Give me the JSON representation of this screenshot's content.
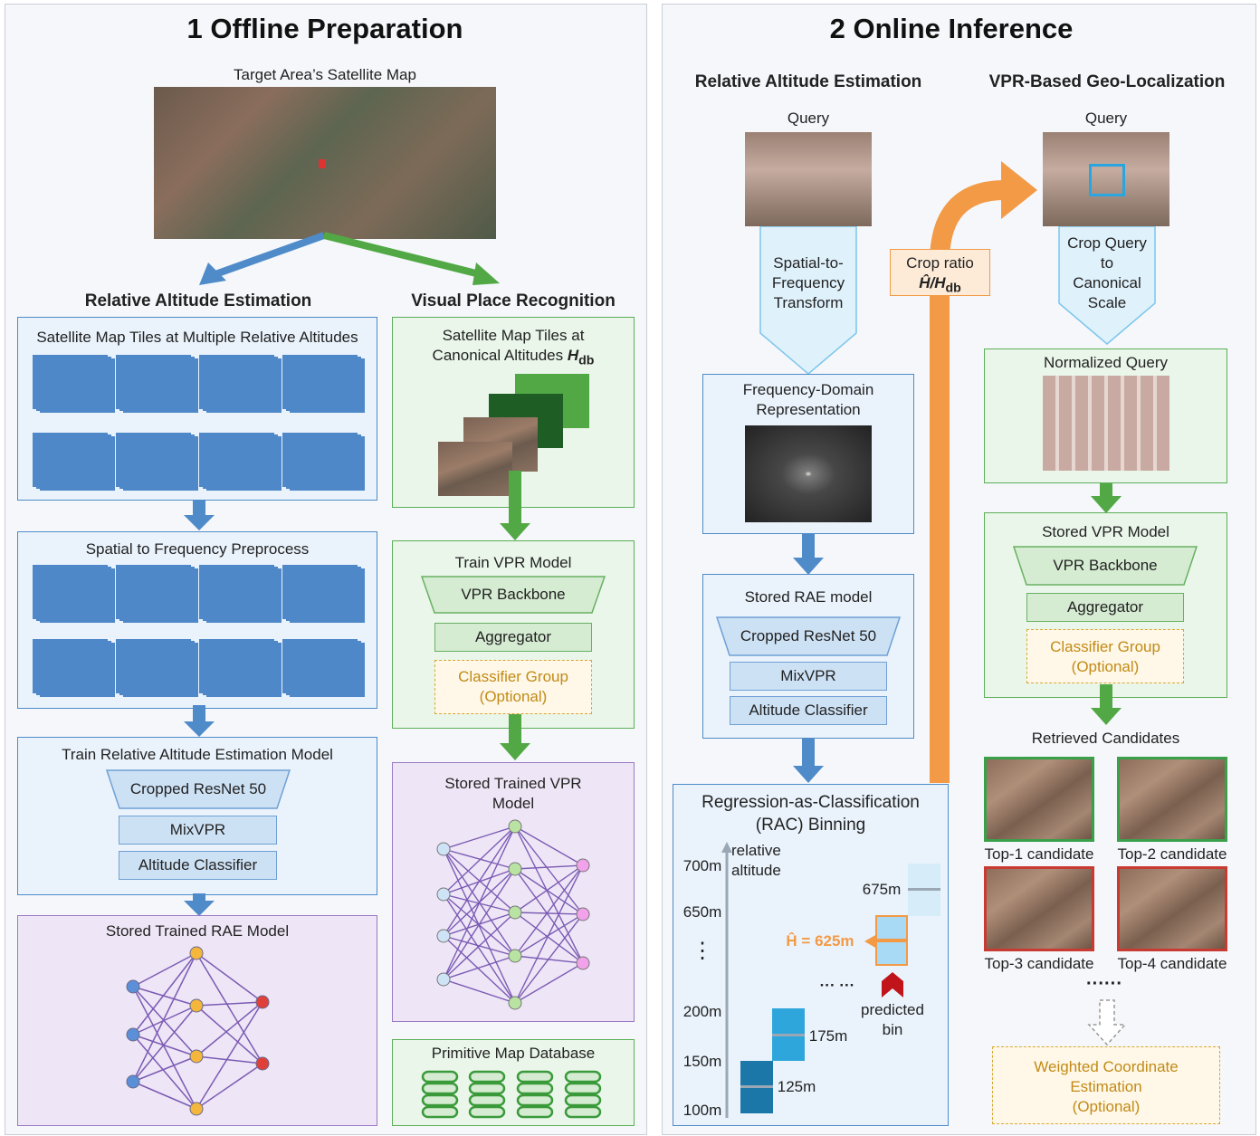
{
  "left": {
    "title": "1 Offline Preparation",
    "sat_map_label": "Target Area’s Satellite Map",
    "rae_heading": "Relative Altitude Estimation",
    "vpr_heading": "Visual Place Recognition",
    "tiles_label": "Satellite Map Tiles at Multiple Relative Altitudes",
    "preprocess_label": "Spatial to Frequency Preprocess",
    "train_rae_label": "Train Relative Altitude Estimation Model",
    "backbone_rae": "Cropped ResNet 50",
    "mixvpr": "MixVPR",
    "alt_classifier": "Altitude Classifier",
    "stored_rae": "Stored Trained RAE Model",
    "canon_tiles_line1": "Satellite Map Tiles at",
    "canon_tiles_line2": "Canonical Altitudes",
    "h_db": "H",
    "h_db_sub": "db",
    "train_vpr": "Train VPR Model",
    "vpr_backbone": "VPR Backbone",
    "aggregator": "Aggregator",
    "classifier_group_1": "Classifier Group",
    "classifier_group_2": "(Optional)",
    "stored_vpr_1": "Stored Trained VPR",
    "stored_vpr_2": "Model",
    "primitive_db": "Primitive Map Database"
  },
  "right": {
    "title": "2 Online Inference",
    "rae_heading": "Relative Altitude Estimation",
    "vpr_heading": "VPR-Based Geo-Localization",
    "query1": "Query",
    "query2": "Query",
    "s2f_1": "Spatial-to-",
    "s2f_2": "Frequency",
    "s2f_3": "Transform",
    "crop_ratio_1": "Crop ratio",
    "crop_ratio_2": "Ĥ/H",
    "crop_ratio_sub": "db",
    "crop_q_1": "Crop Query",
    "crop_q_2": "to",
    "crop_q_3": "Canonical",
    "crop_q_4": "Scale",
    "freq_1": "Frequency-Domain",
    "freq_2": "Representation",
    "norm_query": "Normalized Query",
    "stored_rae": "Stored RAE model",
    "backbone_rae": "Cropped ResNet 50",
    "mixvpr": "MixVPR",
    "alt_classifier": "Altitude Classifier",
    "stored_vpr": "Stored VPR Model",
    "vpr_backbone": "VPR Backbone",
    "aggregator": "Aggregator",
    "classifier_group_1": "Classifier Group",
    "classifier_group_2": "(Optional)",
    "retrieved": "Retrieved Candidates",
    "rac_1": "Regression-as-Classification",
    "rac_2": "(RAC) Binning",
    "axis_1": "relative",
    "axis_2": "altitude",
    "ticks": [
      "700m",
      "650m",
      "⋮",
      "200m",
      "150m",
      "100m"
    ],
    "bins": [
      "675m",
      "175m",
      "125m"
    ],
    "predicted": "Ĥ = 625m",
    "ellipsis": "··· ···",
    "pred_bin_1": "predicted",
    "pred_bin_2": "bin",
    "cand": [
      "Top-1 candidate",
      "Top-2 candidate",
      "Top-3 candidate",
      "Top-4 candidate"
    ],
    "dots": "······",
    "wce_1": "Weighted Coordinate",
    "wce_2": "Estimation",
    "wce_3": "(Optional)"
  },
  "colors": {
    "blue_arrow": "#4f8bc9",
    "green_arrow": "#52a845",
    "orange_arrow": "#f29a45",
    "correct": "#3aa04a",
    "wrong": "#c83a32"
  }
}
